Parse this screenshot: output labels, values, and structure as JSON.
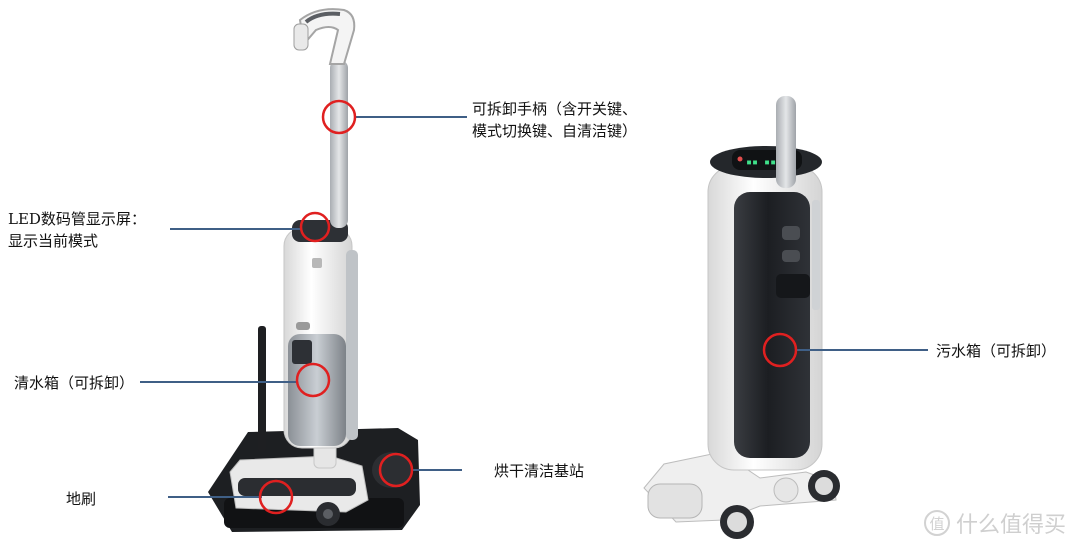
{
  "labels": {
    "handle": [
      "可拆卸手柄（含开关键、",
      "模式切换键、自清洁键）"
    ],
    "led": [
      "LED数码管显示屏：",
      "显示当前模式"
    ],
    "clean_tank": "清水箱（可拆卸）",
    "base": "烘干清洁基站",
    "floor_brush": "地刷",
    "dirty_tank": "污水箱（可拆卸）"
  },
  "watermark": {
    "icon_glyph": "值",
    "text": "什么值得买"
  },
  "colors": {
    "callout_line": "#3f5f86",
    "callout_circle": "#e02020",
    "device_body": "#f2f2f2",
    "tank_dark": "#2a2d33",
    "base_dark": "#1d1f22"
  }
}
